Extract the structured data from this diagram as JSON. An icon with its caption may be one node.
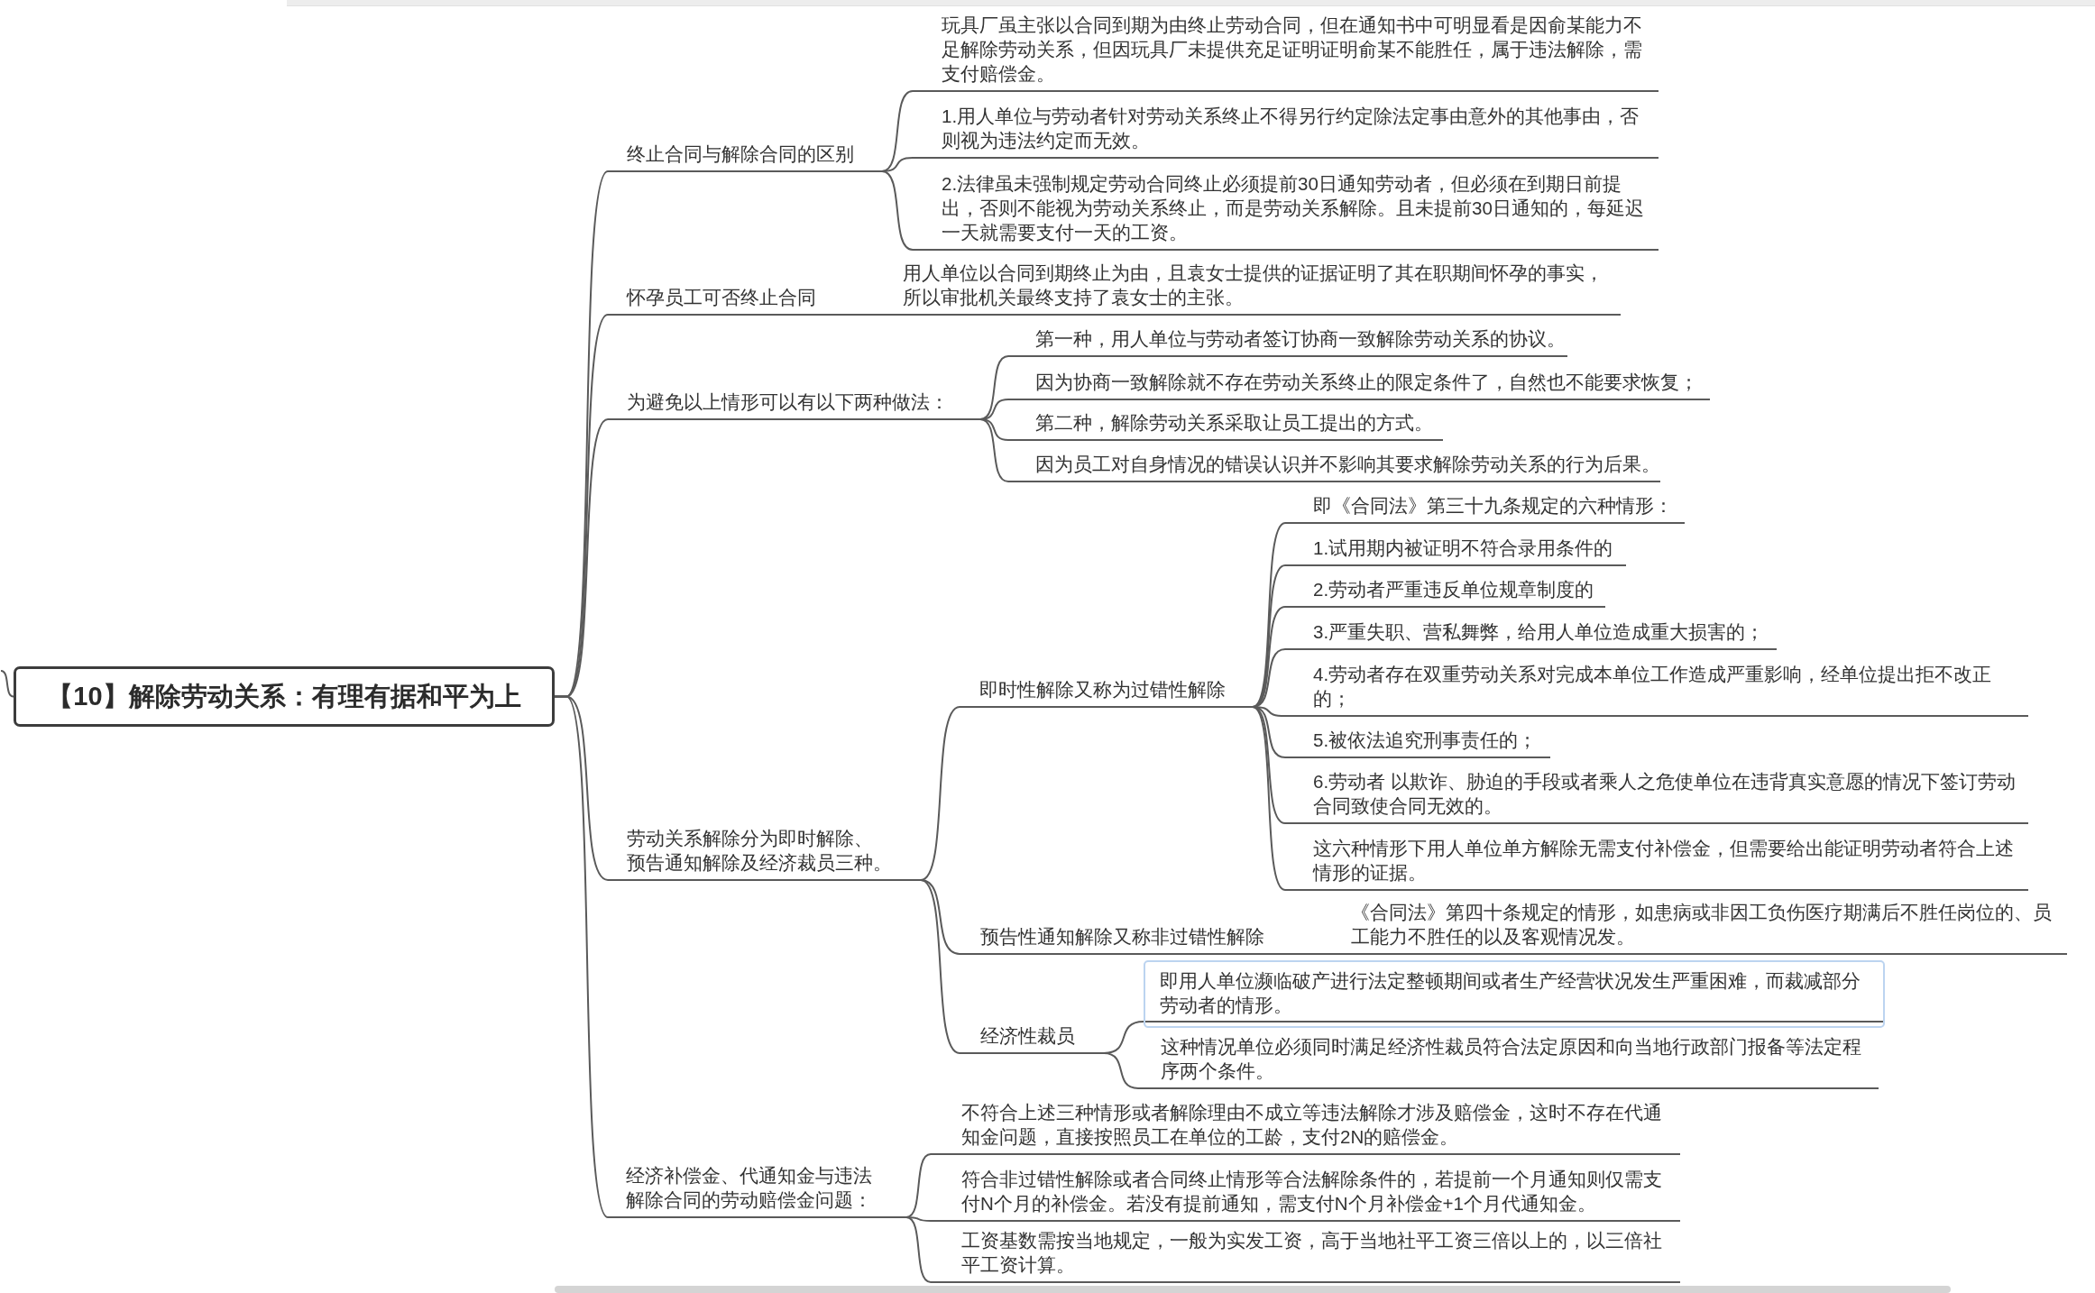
{
  "diagram": {
    "nodes": [
      {
        "text": [
          "【10】解除劳动关系：有理有据和平为上"
        ]
      },
      {
        "text": [
          "终止合同与解除合同的区别"
        ]
      },
      {
        "text": [
          "玩具厂虽主张以合同到期为由终止劳动合同，但在通知书中可明显看是因俞某能力不足解除劳动关系，但因玩具厂未提供充足证明证明俞某不能胜任，属于违法解除，需支付赔偿金。"
        ]
      },
      {
        "text": [
          "1.用人单位与劳动者针对劳动关系终止不得另行约定除法定事由意外的其他事由，否则视为违法约定而无效。"
        ]
      },
      {
        "text": [
          "2.法律虽未强制规定劳动合同终止必须提前30日通知劳动者，但必须在到期日前提出，否则不能视为劳动关系终止，而是劳动关系解除。且未提前30日通知的，每延迟一天就需要支付一天的工资。"
        ]
      },
      {
        "text": [
          "怀孕员工可否终止合同"
        ]
      },
      {
        "text": [
          "用人单位以合同到期终止为由，且袁女士提供的证据证明了其在职期间怀孕的事实，所以审批机关最终支持了袁女士的主张。"
        ]
      },
      {
        "text": [
          "为避免以上情形可以有以下两种做法："
        ]
      },
      {
        "text": [
          "第一种，用人单位与劳动者签订协商一致解除劳动关系的协议。"
        ]
      },
      {
        "text": [
          "因为协商一致解除就不存在劳动关系终止的限定条件了，自然也不能要求恢复；"
        ]
      },
      {
        "text": [
          "第二种，解除劳动关系采取让员工提出的方式。"
        ]
      },
      {
        "text": [
          "因为员工对自身情况的错误认识并不影响其要求解除劳动关系的行为后果。"
        ]
      },
      {
        "text": [
          "劳动关系解除分为即时解除、预告通知解除及经济裁员三种。"
        ]
      },
      {
        "text": [
          "即时性解除又称为过错性解除"
        ]
      },
      {
        "text": [
          "即《合同法》第三十九条规定的六种情形："
        ]
      },
      {
        "text": [
          "1.试用期内被证明不符合录用条件的"
        ]
      },
      {
        "text": [
          "2.劳动者严重违反单位规章制度的"
        ]
      },
      {
        "text": [
          "3.严重失职、营私舞弊，给用人单位造成重大损害的；"
        ]
      },
      {
        "text": [
          "4.劳动者存在双重劳动关系对完成本单位工作造成严重影响，经单位提出拒不改正的；"
        ]
      },
      {
        "text": [
          "5.被依法追究刑事责任的；"
        ]
      },
      {
        "text": [
          "6.劳动者 以欺诈、胁迫的手段或者乘人之危使单位在违背真实意愿的情况下签订劳动合同致使合同无效的。"
        ]
      },
      {
        "text": [
          "这六种情形下用人单位单方解除无需支付补偿金，但需要给出能证明劳动者符合上述情形的证据。"
        ]
      },
      {
        "text": [
          "预告性通知解除又称非过错性解除"
        ]
      },
      {
        "text": [
          "《合同法》第四十条规定的情形，如患病或非因工负伤医疗期满后不胜任岗位的、员工能力不胜任的以及客观情况发。"
        ]
      },
      {
        "text": [
          "经济性裁员"
        ]
      },
      {
        "text": [
          "即用人单位濒临破产进行法定整顿期间或者生产经营状况发生严重困难，而裁减部分劳动者的情形。"
        ]
      },
      {
        "text": [
          "这种情况单位必须同时满足经济性裁员符合法定原因和向当地行政部门报备等法定程序两个条件。"
        ]
      },
      {
        "text": [
          "经济补偿金、代通知金与违法解除合同的劳动赔偿金问题："
        ]
      },
      {
        "text": [
          "不符合上述三种情形或者解除理由不成立等违法解除才涉及赔偿金，这时不存在代通知金问题，直接按照员工在单位的工龄，支付2N的赔偿金。"
        ]
      },
      {
        "text": [
          "符合非过错性解除或者合同终止情形等合法解除条件的，若提前一个月通知则仅需支付N个月的补偿金。若没有提前通知，需支付N个月补偿金+1个月代通知金。"
        ]
      },
      {
        "text": [
          "工资基数需按当地规定，一般为实发工资，高于当地社平工资三倍以上的，以三倍社平工资计算。"
        ]
      }
    ],
    "edges": [
      {
        "from": 0,
        "to": 1,
        "arrow": "none"
      },
      {
        "from": 1,
        "to": 2,
        "arrow": "none"
      },
      {
        "from": 1,
        "to": 3,
        "arrow": "none"
      },
      {
        "from": 1,
        "to": 4,
        "arrow": "none"
      },
      {
        "from": 0,
        "to": 5,
        "arrow": "none"
      },
      {
        "from": 5,
        "to": 6,
        "arrow": "none"
      },
      {
        "from": 0,
        "to": 7,
        "arrow": "none"
      },
      {
        "from": 7,
        "to": 8,
        "arrow": "none"
      },
      {
        "from": 7,
        "to": 9,
        "arrow": "none"
      },
      {
        "from": 7,
        "to": 10,
        "arrow": "none"
      },
      {
        "from": 7,
        "to": 11,
        "arrow": "none"
      },
      {
        "from": 0,
        "to": 12,
        "arrow": "none"
      },
      {
        "from": 12,
        "to": 13,
        "arrow": "none"
      },
      {
        "from": 13,
        "to": 14,
        "arrow": "none"
      },
      {
        "from": 13,
        "to": 15,
        "arrow": "none"
      },
      {
        "from": 13,
        "to": 16,
        "arrow": "none"
      },
      {
        "from": 13,
        "to": 17,
        "arrow": "none"
      },
      {
        "from": 13,
        "to": 18,
        "arrow": "none"
      },
      {
        "from": 13,
        "to": 19,
        "arrow": "none"
      },
      {
        "from": 13,
        "to": 20,
        "arrow": "none"
      },
      {
        "from": 13,
        "to": 21,
        "arrow": "none"
      },
      {
        "from": 12,
        "to": 22,
        "arrow": "none"
      },
      {
        "from": 22,
        "to": 23,
        "arrow": "none"
      },
      {
        "from": 12,
        "to": 24,
        "arrow": "none"
      },
      {
        "from": 24,
        "to": 25,
        "arrow": "none"
      },
      {
        "from": 24,
        "to": 26,
        "arrow": "none"
      },
      {
        "from": 0,
        "to": 27,
        "arrow": "none"
      },
      {
        "from": 27,
        "to": 28,
        "arrow": "none"
      },
      {
        "from": 27,
        "to": 29,
        "arrow": "none"
      },
      {
        "from": 27,
        "to": 30,
        "arrow": "none"
      },
      {
        "from": null,
        "to": 0,
        "arrow": "none"
      }
    ]
  }
}
